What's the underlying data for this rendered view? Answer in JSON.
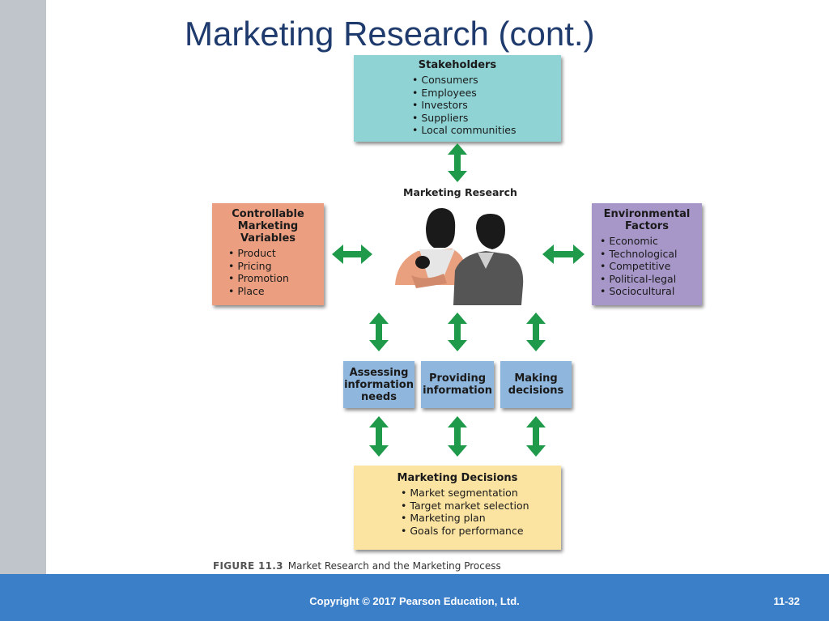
{
  "slide": {
    "title": "Marketing Research (cont.)"
  },
  "diagram": {
    "stakeholders": {
      "title": "Stakeholders",
      "items": [
        "Consumers",
        "Employees",
        "Investors",
        "Suppliers",
        "Local communities"
      ]
    },
    "center_label": "Marketing Research",
    "controllable": {
      "title_lines": [
        "Controllable",
        "Marketing",
        "Variables"
      ],
      "items": [
        "Product",
        "Pricing",
        "Promotion",
        "Place"
      ]
    },
    "environmental": {
      "title_lines": [
        "Environmental",
        "Factors"
      ],
      "items": [
        "Economic",
        "Technological",
        "Competitive",
        "Political-legal",
        "Sociocultural"
      ]
    },
    "steps": [
      {
        "lines": [
          "Assessing",
          "information",
          "needs"
        ]
      },
      {
        "lines": [
          "Providing",
          "information"
        ]
      },
      {
        "lines": [
          "Making",
          "decisions"
        ]
      }
    ],
    "marketing_decisions": {
      "title": "Marketing Decisions",
      "items": [
        "Market segmentation",
        "Target market selection",
        "Marketing plan",
        "Goals for performance"
      ]
    },
    "caption_label": "FIGURE 11.3",
    "caption_text": "Market Research and the Marketing Process",
    "colors": {
      "stakeholders": "#8fd3d5",
      "controllable": "#ec9f80",
      "environmental": "#a797c9",
      "steps": "#8fb6dd",
      "marketing_decisions": "#fbe3a1",
      "arrow": "#1e9a4a"
    }
  },
  "footer": {
    "copyright": "Copyright © 2017 Pearson Education, Ltd.",
    "page": "11-32"
  }
}
